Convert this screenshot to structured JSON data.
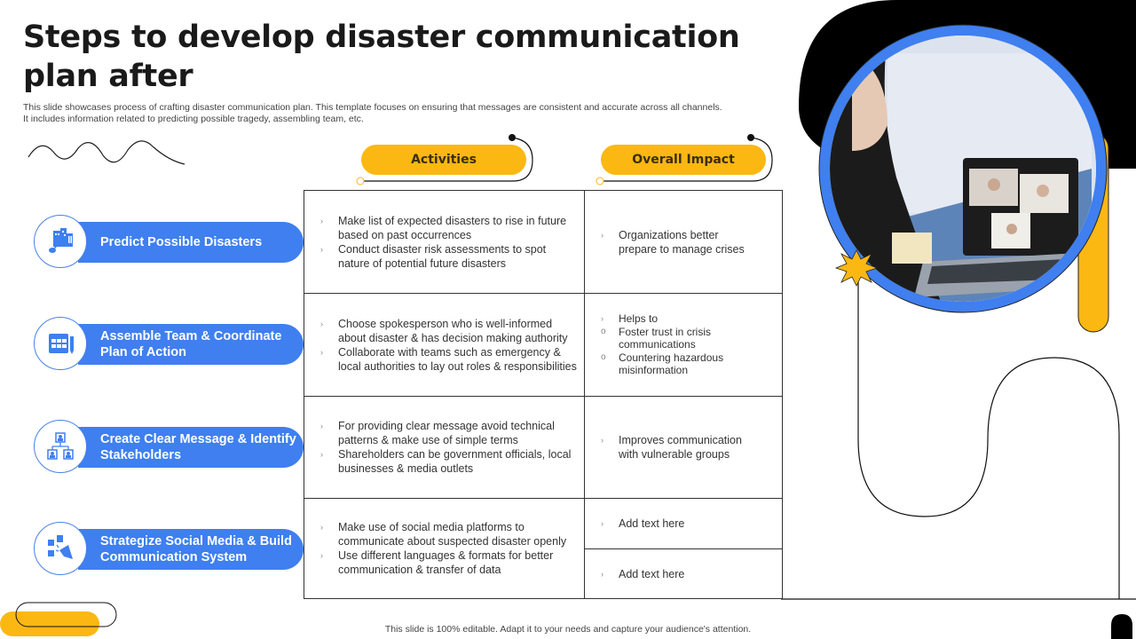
{
  "title": "Steps to develop disaster communication plan after",
  "subtitle": "This slide showcases process of crafting disaster communication plan. This template focuses on ensuring that messages are consistent and accurate across all channels. It includes information related to predicting possible tragedy, assembling team, etc.",
  "headers": {
    "activities": "Activities",
    "impact": "Overall Impact"
  },
  "colors": {
    "accent_yellow": "#fbb812",
    "accent_blue": "#3f7fef",
    "dark": "#000000"
  },
  "steps": [
    {
      "label": "Predict Possible Disasters",
      "icon": "buildings-disaster-icon",
      "activities": [
        "Make list of expected disasters to rise in future based on past occurrences",
        "Conduct disaster risk assessments to spot nature of potential future disasters"
      ],
      "impact": [
        "Organizations better prepare to manage crises"
      ]
    },
    {
      "label": "Assemble Team & Coordinate Plan of Action",
      "icon": "calendar-plan-icon",
      "activities": [
        "Choose spokesperson who is well-informed about disaster & has decision making authority",
        "Collaborate with teams such as emergency & local authorities to lay out roles & responsibilities"
      ],
      "impact_intro": "Helps to",
      "impact_sub": [
        "Foster trust in crisis communications",
        "Countering hazardous misinformation"
      ]
    },
    {
      "label": "Create Clear Message & Identify Stakeholders",
      "icon": "org-chart-icon",
      "activities": [
        "For providing clear message avoid technical patterns & make use of simple terms",
        "Shareholders can be government officials, local businesses & media outlets"
      ],
      "impact": [
        "Improves communication with vulnerable groups"
      ]
    },
    {
      "label": "Strategize Social Media & Build Communication System",
      "icon": "megaphone-social-icon",
      "activities": [
        "Make use of social media platforms to communicate about suspected disaster openly",
        "Use different languages & formats for better communication & transfer of data"
      ],
      "impact": [
        "Add text here",
        "Add text here"
      ]
    }
  ],
  "footer": "This slide is 100% editable. Adapt it to your needs and capture your audience's attention."
}
